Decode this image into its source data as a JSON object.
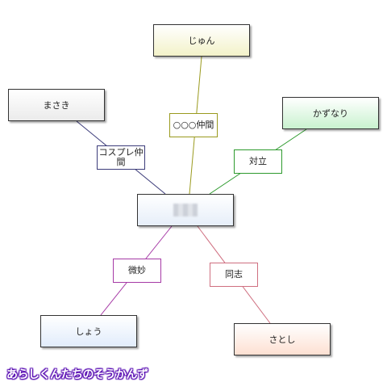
{
  "nodes": {
    "center": {
      "label": "",
      "fill": "#e6eef9"
    },
    "jun": {
      "label": "じゅん",
      "fill": "#f3f2c9"
    },
    "masaki": {
      "label": "まさき",
      "fill": "#ebebeb"
    },
    "kazunari": {
      "label": "かずなり",
      "fill": "#c9f2cf"
    },
    "sho": {
      "label": "しょう",
      "fill": "#e1ecfb"
    },
    "satoshi": {
      "label": "さとし",
      "fill": "#fde0d2"
    }
  },
  "relations": {
    "jun": {
      "label": "○○○仲間",
      "color": "#9a9a1e"
    },
    "masaki": {
      "label": "コスプレ仲間",
      "color": "#3c3c7a"
    },
    "kazunari": {
      "label": "対立",
      "color": "#2d9a2d"
    },
    "sho": {
      "label": "微妙",
      "color": "#a63aa6"
    },
    "satoshi": {
      "label": "同志",
      "color": "#cf6f80"
    }
  },
  "caption": "あらしくんたちのそうかんず"
}
